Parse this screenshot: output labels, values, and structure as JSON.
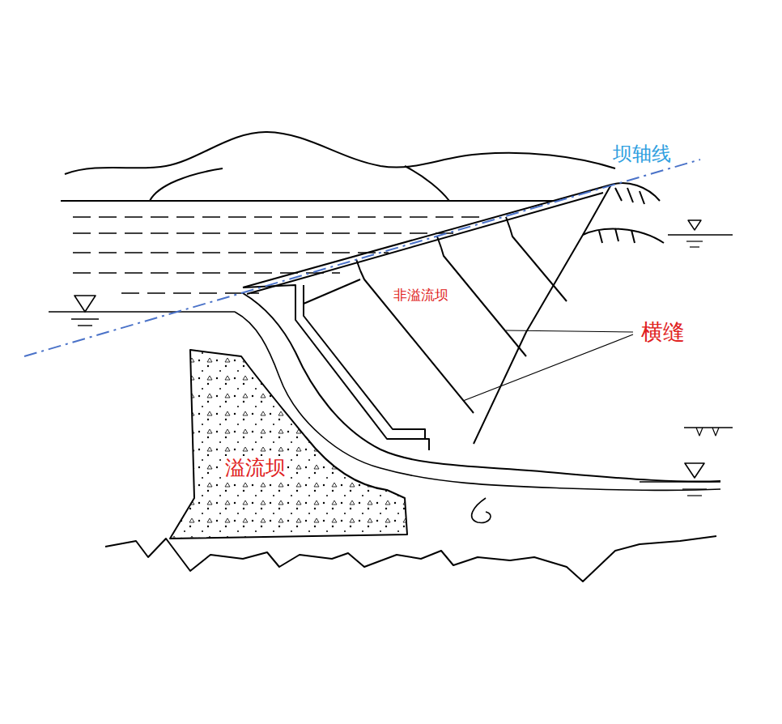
{
  "diagram": {
    "labels": [
      "坝轴线",
      "非溢流坝",
      "横缝",
      "溢流坝"
    ]
  }
}
